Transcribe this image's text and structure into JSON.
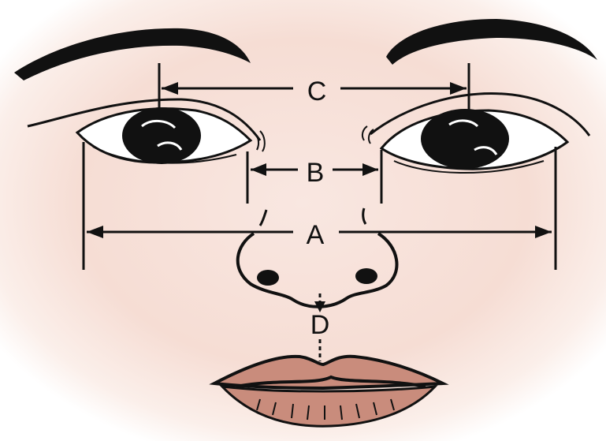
{
  "labels": {
    "a": "A",
    "b": "B",
    "c": "C",
    "d": "D"
  },
  "colors": {
    "skin": "#f7e3dc",
    "skin_edge": "#ffffff",
    "ink": "#111111",
    "lips": "#c98c7c",
    "lips_shadow": "#b8705f"
  }
}
